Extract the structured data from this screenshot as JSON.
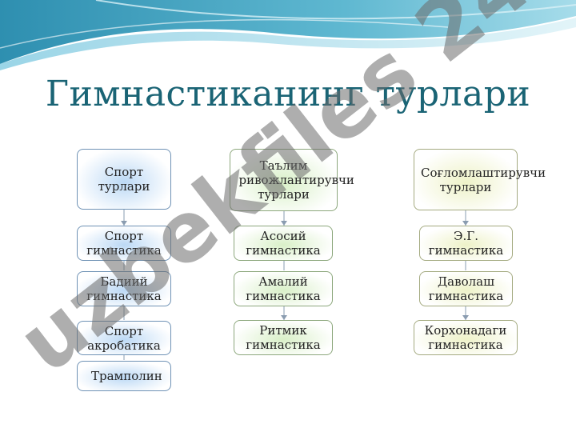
{
  "title": "Гимнастиканинг турлари",
  "watermark": "uzbekfiles 24",
  "columns": [
    {
      "header": "Спорт турлари",
      "items": [
        "Спорт гимнастика",
        "Бадиий гимнастика",
        "Спорт акробатика",
        "Трамполин"
      ]
    },
    {
      "header": "Таълим ривожлантирувчи турлари",
      "items": [
        "Асосий гимнастика",
        "Амалий гимнастика",
        "Ритмик гимнастика"
      ]
    },
    {
      "header": "Соғломлаштирувчи турлари",
      "items": [
        "Э.Г. гимнастика",
        "Даволаш гимнастика",
        "Корхонадаги гимнастика"
      ]
    }
  ],
  "colors": {
    "title": "#1a6475",
    "blue": "#bcd9f5",
    "green": "#d9f0c8",
    "beige": "#eef2c8",
    "watermark": "#6c6c6c",
    "watermark_accent": "#b8a8e8"
  }
}
